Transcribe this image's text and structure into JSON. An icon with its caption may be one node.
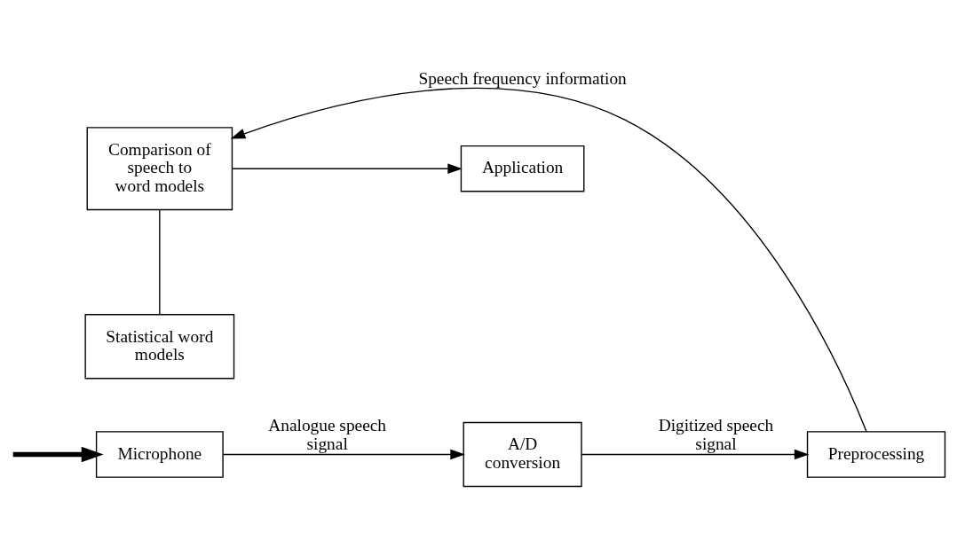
{
  "diagram": {
    "nodes": [
      {
        "text": [
          "Microphone"
        ]
      },
      {
        "text": [
          "A/D conversion"
        ]
      },
      {
        "text": [
          "Preprocessing"
        ]
      },
      {
        "text": [
          "Comparison of speech to word models"
        ]
      },
      {
        "text": [
          "Application"
        ]
      },
      {
        "text": [
          "Statistical word models"
        ]
      }
    ],
    "edges": [
      {
        "from": null,
        "to": 0,
        "arrow": "to",
        "style": "thick"
      },
      {
        "from": 0,
        "to": 1,
        "arrow": "to",
        "label": "Analogue speech signal"
      },
      {
        "from": 1,
        "to": 2,
        "arrow": "to",
        "label": "Digitized speech signal"
      },
      {
        "from": 2,
        "to": 3,
        "arrow": "to",
        "label": "Speech frequency information"
      },
      {
        "from": 3,
        "to": 4,
        "arrow": "to"
      },
      {
        "from": 3,
        "to": 5,
        "arrow": "none"
      }
    ]
  }
}
